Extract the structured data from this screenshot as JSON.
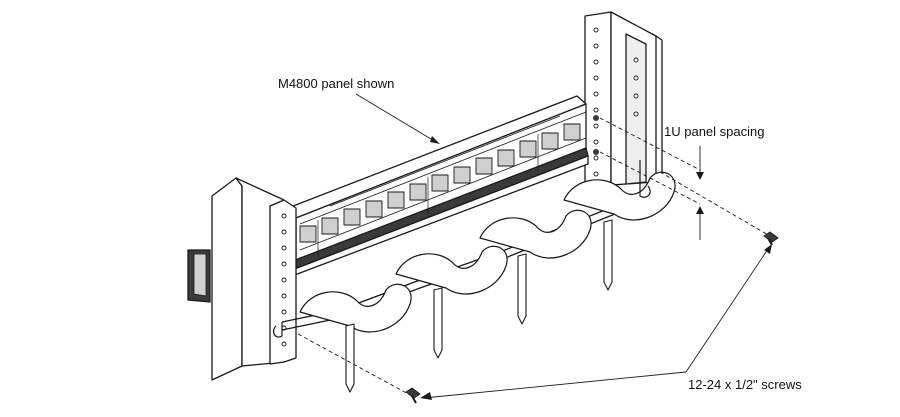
{
  "annotations": {
    "panel_label": "M4800 panel shown",
    "spacing_label": "1U panel spacing",
    "screws_label": "12-24 x 1/2\" screws"
  },
  "colors": {
    "line": "#1a1a1a",
    "fill": "#ffffff",
    "shade": "#cfcfcf",
    "dark": "#3a3a3a"
  }
}
